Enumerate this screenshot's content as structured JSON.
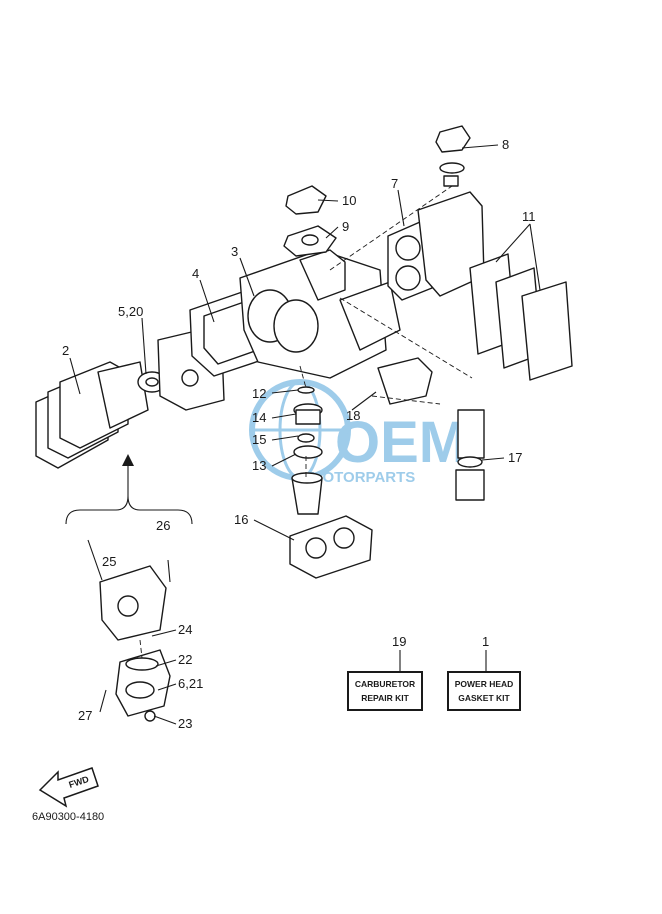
{
  "diagram": {
    "callouts": {
      "c1": "1",
      "c2": "2",
      "c3": "3",
      "c4": "4",
      "c520": "5,20",
      "c621": "6,21",
      "c7": "7",
      "c8": "8",
      "c9": "9",
      "c10": "10",
      "c11": "11",
      "c12": "12",
      "c13": "13",
      "c14": "14",
      "c15": "15",
      "c16": "16",
      "c17": "17",
      "c18": "18",
      "c19": "19",
      "c22": "22",
      "c23": "23",
      "c24": "24",
      "c25": "25",
      "c26": "26",
      "c27": "27"
    },
    "kits": {
      "carburetor_line1": "CARBURETOR",
      "carburetor_line2": "REPAIR KIT",
      "powerhead_line1": "POWER HEAD",
      "powerhead_line2": "GASKET KIT"
    },
    "fwd_label": "FWD",
    "diagram_code": "6A90300-4180",
    "watermark": {
      "main": "OEM",
      "sub": "MOTORPARTS"
    },
    "colors": {
      "line": "#1a1a1a",
      "watermark": "#4fa3d9"
    }
  }
}
